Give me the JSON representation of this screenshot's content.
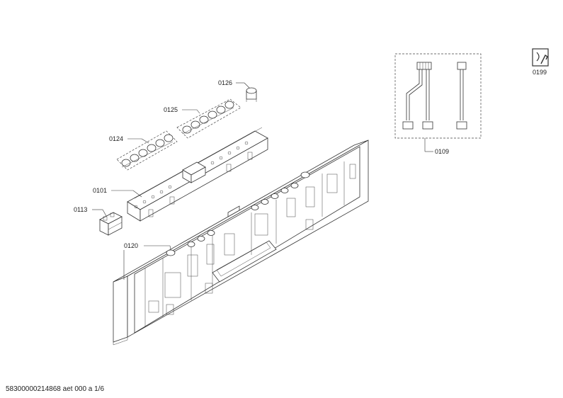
{
  "diagram": {
    "part_labels": {
      "p0101": "0101",
      "p0109": "0109",
      "p0113": "0113",
      "p0120": "0120",
      "p0124": "0124",
      "p0125": "0125",
      "p0126": "0126",
      "p0199": "0199"
    },
    "icons": {
      "service": "wrench-manual-icon"
    }
  },
  "footer": {
    "document_id": "58300000214868 aet 000 a 1/6"
  }
}
